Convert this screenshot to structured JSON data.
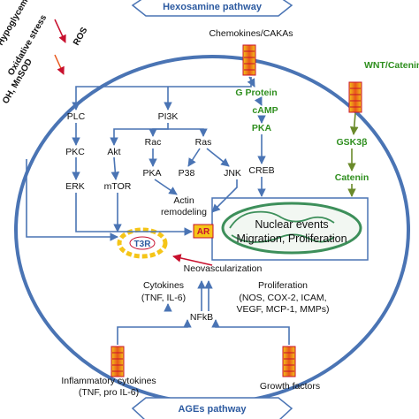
{
  "top_pathway": "Hexosamine pathway",
  "bottom_pathway": "AGEs pathway",
  "left_side": {
    "top": "Hypoglycemia",
    "middle": "Oxidative stress",
    "ros": "ROS",
    "bottom": "OH, MnSOD"
  },
  "receptors": {
    "chemokines": "Chemokines/CAKAs",
    "wnt": "WNT/Catenin",
    "inflammatory_line1": "Inflammatory cytokines",
    "inflammatory_line2": "(TNF, pro IL-6)",
    "growth_factors": "Growth factors"
  },
  "nodes": {
    "g_protein": "G Protein",
    "camp": "cAMP",
    "pka_top": "PKA",
    "creb": "CREB",
    "gsk3b": "GSK3β",
    "catenin": "Catenin",
    "plc": "PLC",
    "pi3k": "PI3K",
    "pkc": "PKC",
    "akt": "Akt",
    "rac": "Rac",
    "ras": "Ras",
    "erk": "ERK",
    "mtor": "mTOR",
    "pka_mid": "PKA",
    "p38": "P38",
    "jnk": "JNK",
    "actin_line1": "Actin",
    "actin_line2": "remodeling",
    "ar": "AR",
    "t3r": "T3R",
    "neovascularization": "Neovascularization",
    "cytokines_line1": "Cytokines",
    "cytokines_line2": "(TNF, IL-6)",
    "proliferation": "Proliferation",
    "proliferation_line1": "(NOS, COX-2, ICAM,",
    "proliferation_line2": "VEGF, MCP-1, MMPs)",
    "nfkb": "NFkB"
  },
  "nucleus": {
    "line1": "Nuclear events",
    "line2": "Migration, Proliferation"
  },
  "colors": {
    "membrane": "#4a74b4",
    "arrow": "#4a74b4",
    "green_text": "#2f8f1f",
    "receptor_orange": "#e8561a",
    "receptor_yellow": "#f5c518",
    "nucleus_green": "#3d8f5a",
    "ar_red": "#c8102e"
  }
}
